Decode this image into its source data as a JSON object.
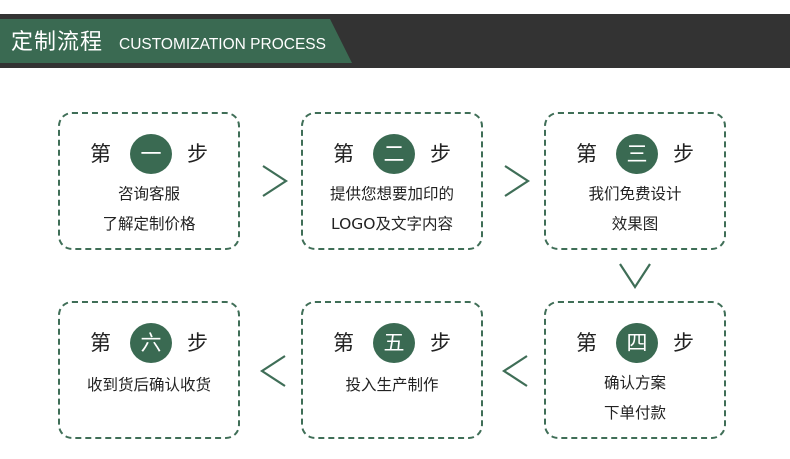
{
  "header": {
    "title_cn": "定制流程",
    "title_en": "CUSTOMIZATION PROCESS"
  },
  "steps": [
    {
      "prefix": "第",
      "number": "一",
      "suffix": "步",
      "lines": [
        "咨询客服",
        "了解定制价格"
      ]
    },
    {
      "prefix": "第",
      "number": "二",
      "suffix": "步",
      "lines": [
        "提供您想要加印的",
        "LOGO及文字内容"
      ]
    },
    {
      "prefix": "第",
      "number": "三",
      "suffix": "步",
      "lines": [
        "我们免费设计",
        "效果图"
      ]
    },
    {
      "prefix": "第",
      "number": "四",
      "suffix": "步",
      "lines": [
        "确认方案",
        "下单付款"
      ]
    },
    {
      "prefix": "第",
      "number": "五",
      "suffix": "步",
      "lines": [
        "投入生产制作"
      ]
    },
    {
      "prefix": "第",
      "number": "六",
      "suffix": "步",
      "lines": [
        "收到货后确认收货"
      ]
    }
  ],
  "colors": {
    "accent": "#3a6a52",
    "header_bg": "#333333",
    "text": "#222222"
  }
}
